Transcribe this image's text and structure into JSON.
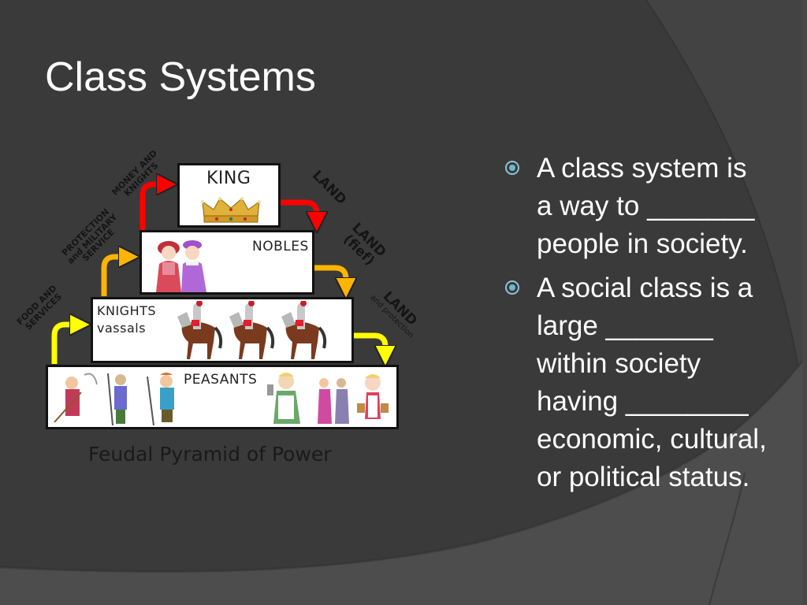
{
  "slide": {
    "title": "Class Systems",
    "colors": {
      "background": "#3a3a3a",
      "background_light": "#4a4a4a",
      "title_text": "#ffffff",
      "bullet_marker": "#6db9d0",
      "arrow_red": "#ff0000",
      "arrow_orange": "#ffb400",
      "arrow_yellow": "#ffff00"
    }
  },
  "bullets": [
    {
      "marker": "circle-bullet-icon",
      "lines": [
        "A class system is",
        "a way to _______",
        "people in society."
      ]
    },
    {
      "marker": "circle-bullet-icon",
      "lines": [
        "A social class is a",
        "large _______",
        "within society",
        "having ________",
        "economic, cultural,",
        "or political status."
      ]
    }
  ],
  "diagram": {
    "caption": "Feudal Pyramid of Power",
    "tiers": [
      {
        "name": "king",
        "label": "KING",
        "sublabel": "",
        "image": "crown-icon"
      },
      {
        "name": "nobles",
        "label": "NOBLES",
        "sublabel": "",
        "image": "nobles-couple-illustration"
      },
      {
        "name": "knights",
        "label": "KNIGHTS",
        "sublabel": "vassals",
        "image": "mounted-knights-illustration"
      },
      {
        "name": "peasants",
        "label": "PEASANTS",
        "sublabel": "",
        "image": "peasants-illustration"
      }
    ],
    "up_arrows": [
      {
        "from": "nobles",
        "to": "king",
        "color": "red",
        "label_lines": [
          "MONEY AND",
          "KNIGHTS"
        ]
      },
      {
        "from": "knights",
        "to": "nobles",
        "color": "orange",
        "label_lines": [
          "PROTECTION",
          "and MILITARY",
          "SERVICE"
        ]
      },
      {
        "from": "peasants",
        "to": "knights",
        "color": "yellow",
        "label_lines": [
          "FOOD AND",
          "SERVICES"
        ]
      }
    ],
    "down_arrows": [
      {
        "from": "king",
        "to": "nobles",
        "color": "red",
        "label_lines": [
          "LAND"
        ]
      },
      {
        "from": "nobles",
        "to": "knights",
        "color": "orange",
        "label_lines": [
          "LAND",
          "(fief)"
        ]
      },
      {
        "from": "knights",
        "to": "peasants",
        "color": "yellow",
        "label_lines": [
          "LAND",
          "and protection"
        ]
      }
    ]
  }
}
